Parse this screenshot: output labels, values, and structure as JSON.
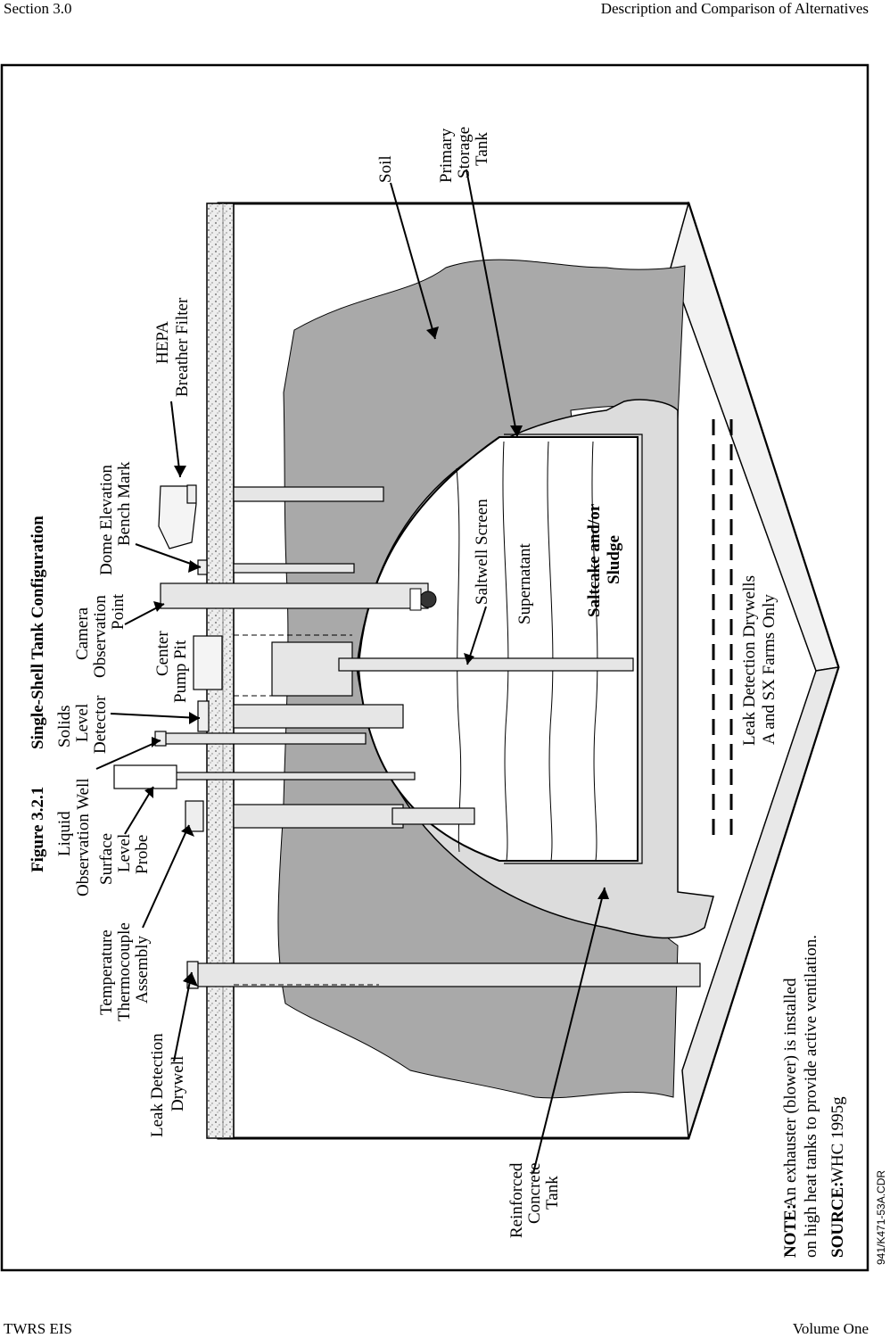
{
  "header": {
    "left": "Section 3.0",
    "right": "Description and Comparison of Alternatives"
  },
  "footer": {
    "left": "TWRS EIS",
    "right": "Volume One"
  },
  "figure": {
    "number": "Figure 3.2.1",
    "title": "Single-Shell Tank Configuration",
    "file_code": "941/K471-53A.CDR"
  },
  "labels": {
    "leak_detection_drywell": [
      "Leak Detection",
      "Drywell"
    ],
    "temperature_thermocouple": [
      "Temperature",
      "Thermocouple",
      "Assembly"
    ],
    "liquid_observation_well": [
      "Liquid",
      "Observation Well"
    ],
    "surface_level_probe": [
      "Surface",
      "Level",
      "Probe"
    ],
    "solids_level_detector": [
      "Solids",
      "Level",
      "Detector"
    ],
    "center_pump_pit": [
      "Center",
      "Pump Pit"
    ],
    "camera_observation_point": [
      "Camera",
      "Observation",
      "Point"
    ],
    "dome_elevation_bench_mark": [
      "Dome Elevation",
      "Bench Mark"
    ],
    "hepa_breather_filter": [
      "HEPA",
      "Breather Filter"
    ],
    "soil": [
      "Soil"
    ],
    "primary_storage_tank": [
      "Primary",
      "Storage",
      "Tank"
    ],
    "saltwell_screen": [
      "Saltwell Screen"
    ],
    "supernatant": [
      "Supernatant"
    ],
    "saltcake_sludge": [
      "Saltcake and/or",
      "Sludge"
    ],
    "leak_detection_drywells_farms": [
      "Leak Detection Drywells",
      "A and SX Farms Only"
    ],
    "reinforced_concrete_tank": [
      "Reinforced",
      "Concrete",
      "Tank"
    ]
  },
  "note": {
    "prefix": "NOTE:",
    "line1": "An exhauster (blower) is installed",
    "line2": "on high heat tanks to provide active ventilation."
  },
  "source": {
    "prefix": "SOURCE:",
    "text": "WHC 1995g"
  }
}
